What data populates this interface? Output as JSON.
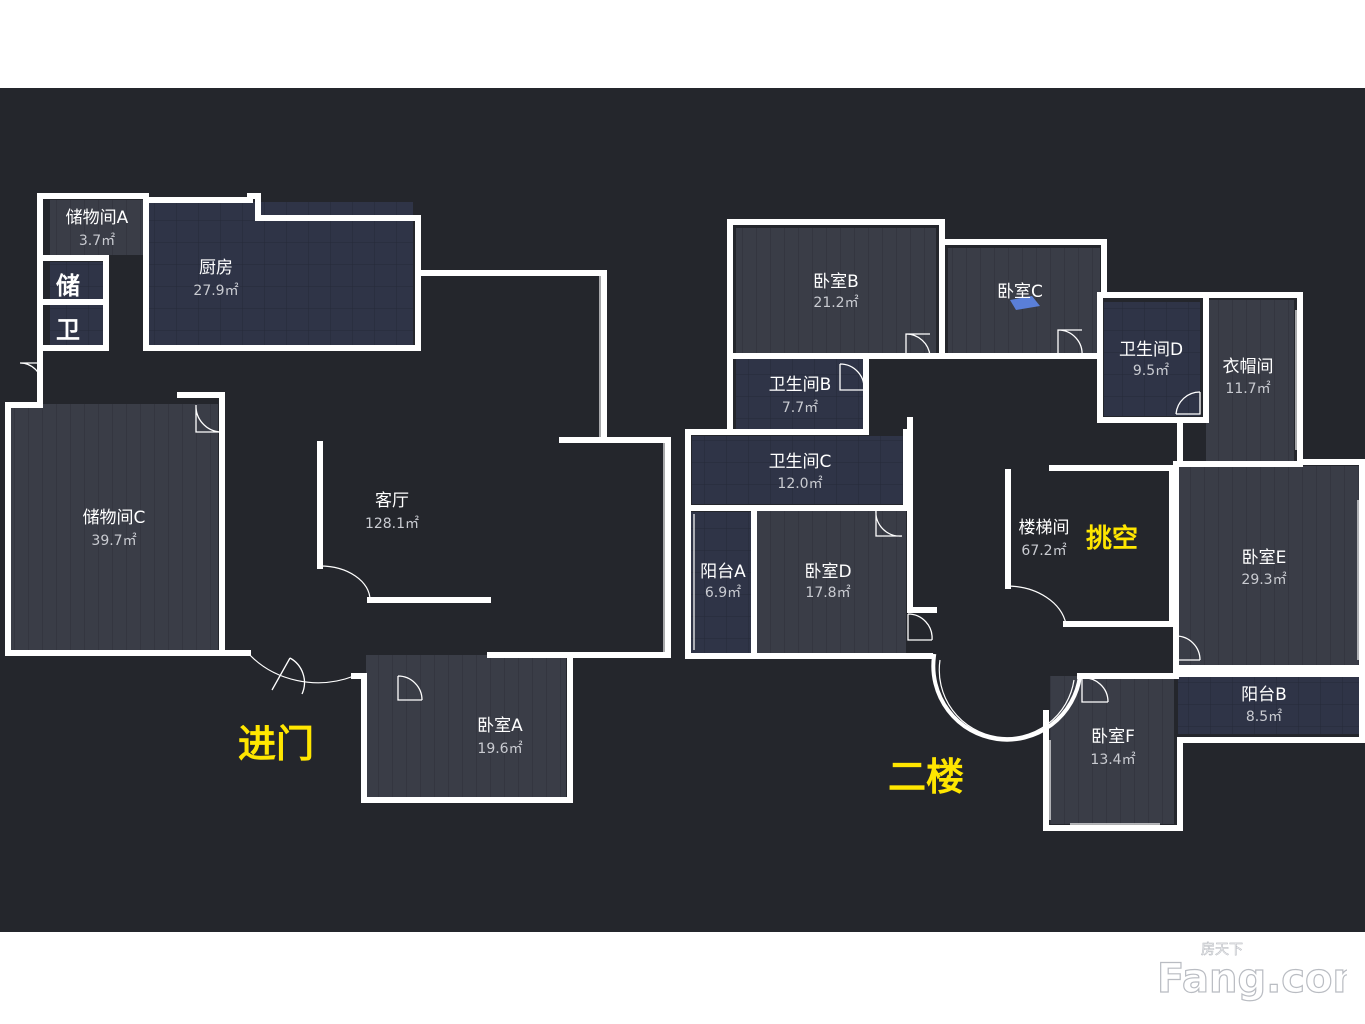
{
  "rooms": {
    "storage_a": {
      "name": "储物间A",
      "area": "3.7㎡"
    },
    "kitchen": {
      "name": "厨房",
      "area": "27.9㎡"
    },
    "living": {
      "name": "客厅",
      "area": "128.1㎡"
    },
    "storage_c": {
      "name": "储物间C",
      "area": "39.7㎡"
    },
    "bedroom_a": {
      "name": "卧室A",
      "area": "19.6㎡"
    },
    "bedroom_b": {
      "name": "卧室B",
      "area": "21.2㎡"
    },
    "bedroom_c": {
      "name": "卧室C"
    },
    "bath_b": {
      "name": "卫生间B",
      "area": "7.7㎡"
    },
    "bath_c": {
      "name": "卫生间C",
      "area": "12.0㎡"
    },
    "balcony_a": {
      "name": "阳台A",
      "area": "6.9㎡"
    },
    "bedroom_d": {
      "name": "卧室D",
      "area": "17.8㎡"
    },
    "bath_d": {
      "name": "卫生间D",
      "area": "9.5㎡"
    },
    "cloakroom": {
      "name": "衣帽间",
      "area": "11.7㎡"
    },
    "stair": {
      "name": "楼梯间",
      "area": "67.2㎡"
    },
    "bedroom_e": {
      "name": "卧室E",
      "area": "29.3㎡"
    },
    "balcony_b": {
      "name": "阳台B",
      "area": "8.5㎡"
    },
    "bedroom_f": {
      "name": "卧室F",
      "area": "13.4㎡"
    }
  },
  "small_labels": {
    "storage": "储",
    "toilet": "卫"
  },
  "annotations": {
    "entrance": "进门",
    "second_floor": "二楼",
    "void": "挑空"
  },
  "watermark": {
    "main": "Fang.com",
    "sub": "房天下"
  },
  "colors": {
    "background": "#24262c",
    "room_fill": "#3a3d47",
    "blue_room_fill": "#2f3447",
    "wall": "#ffffff",
    "annotation": "#ffe600"
  }
}
